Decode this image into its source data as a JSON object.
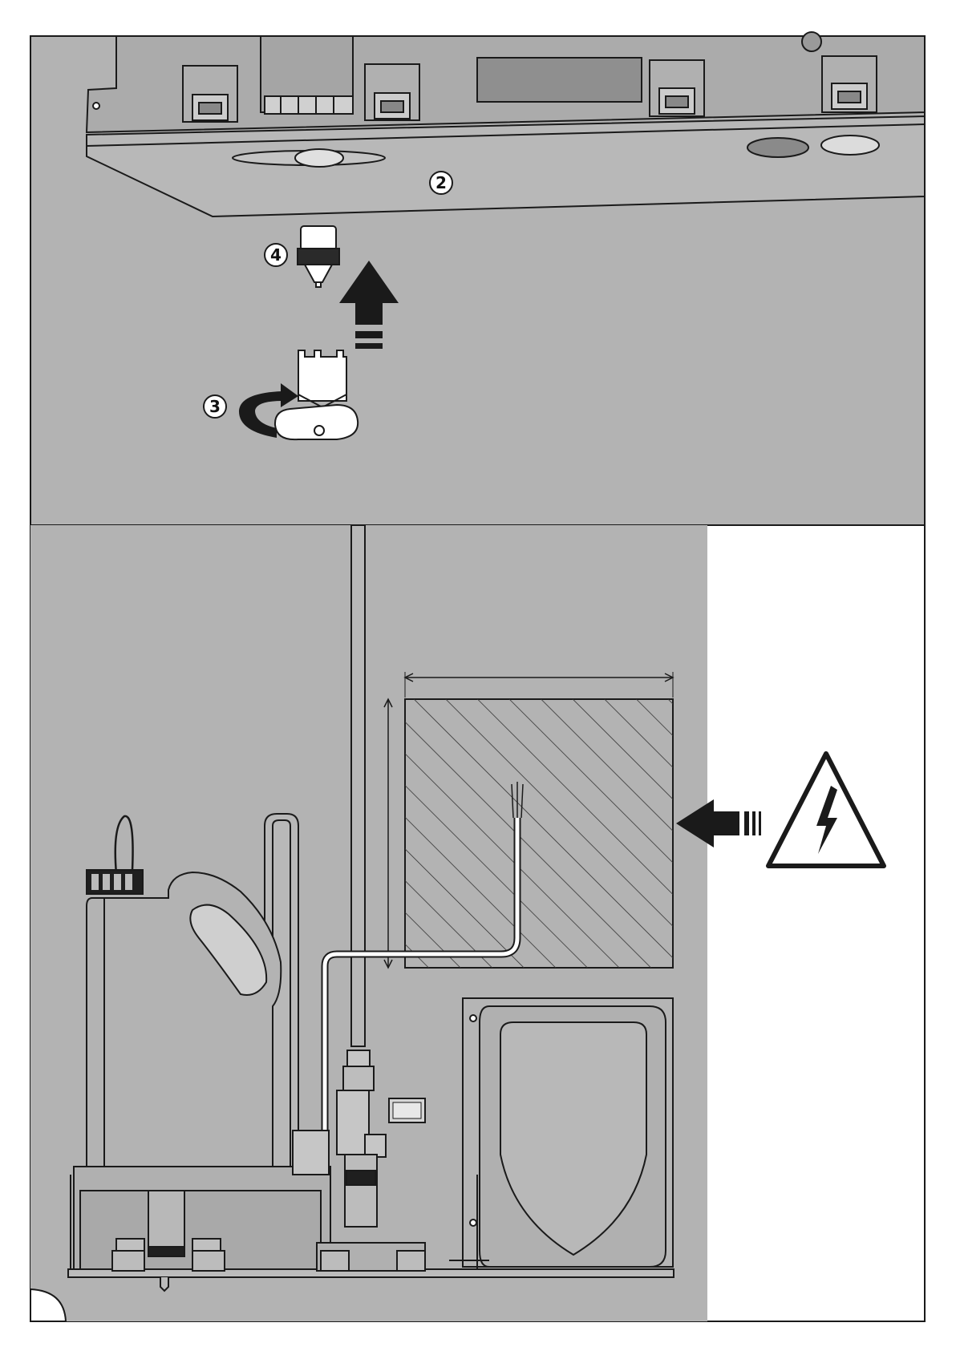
{
  "panels": [
    {
      "id": "top",
      "content": "boiler-underside-with-filter-and-key",
      "background": "#b3b3b3",
      "callouts": [
        {
          "label": "2",
          "target": "boiler-casing"
        },
        {
          "label": "3",
          "target": "key-turn-arrow"
        },
        {
          "label": "4",
          "target": "filter-cartridge"
        }
      ]
    },
    {
      "id": "bottom",
      "content": "neutraliser-and-condensate-pump-installation",
      "background": "#b3b3b3",
      "callouts": [],
      "warning_icon": "electrical-hazard-icon"
    }
  ],
  "colors": {
    "panel_gray": "#b3b3b3",
    "line": "#1a1a1a",
    "part_fill": "#ffffff",
    "part_shade": "#c9c9c9"
  }
}
